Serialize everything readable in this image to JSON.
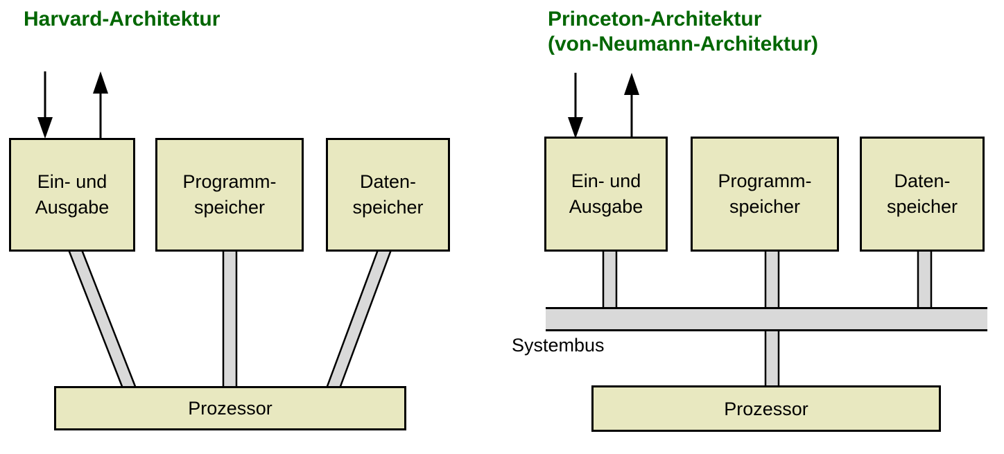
{
  "left_diagram": {
    "title": "Harvard-Architektur",
    "boxes": [
      {
        "name": "ein-und-ausgabe",
        "label": "Ein- und\nAusgabe"
      },
      {
        "name": "programmspeicher",
        "label": "Programm-\nspeicher"
      },
      {
        "name": "datenspeicher",
        "label": "Daten-\nspeicher"
      }
    ],
    "processor": {
      "label": "Prozessor"
    },
    "arrows": [
      {
        "name": "input-arrow",
        "direction": "down"
      },
      {
        "name": "output-arrow",
        "direction": "up"
      }
    ],
    "connections": [
      {
        "from": "ein-und-ausgabe",
        "to": "processor"
      },
      {
        "from": "programmspeicher",
        "to": "processor"
      },
      {
        "from": "datenspeicher",
        "to": "processor"
      }
    ]
  },
  "right_diagram": {
    "title": "Princeton-Architektur\n(von-Neumann-Architektur)",
    "title_line1": "Princeton-Architektur",
    "title_line2": "(von-Neumann-Architektur)",
    "boxes": [
      {
        "name": "ein-und-ausgabe",
        "label": "Ein- und\nAusgabe"
      },
      {
        "name": "programmspeicher",
        "label": "Programm-\nspeicher"
      },
      {
        "name": "datenspeicher",
        "label": "Daten-\nspeicher"
      }
    ],
    "processor": {
      "label": "Prozessor"
    },
    "bus": {
      "label": "Systembus"
    },
    "arrows": [
      {
        "name": "input-arrow",
        "direction": "down"
      },
      {
        "name": "output-arrow",
        "direction": "up"
      }
    ],
    "connections": [
      {
        "from": "ein-und-ausgabe",
        "to": "bus"
      },
      {
        "from": "programmspeicher",
        "to": "bus"
      },
      {
        "from": "datenspeicher",
        "to": "bus"
      },
      {
        "from": "bus",
        "to": "processor"
      }
    ]
  },
  "colors": {
    "title_green": "#006600",
    "box_fill": "#e8e8c0",
    "box_stroke": "#000000",
    "bus_fill": "#d9d9d9",
    "text": "#000000",
    "background": "#ffffff"
  }
}
